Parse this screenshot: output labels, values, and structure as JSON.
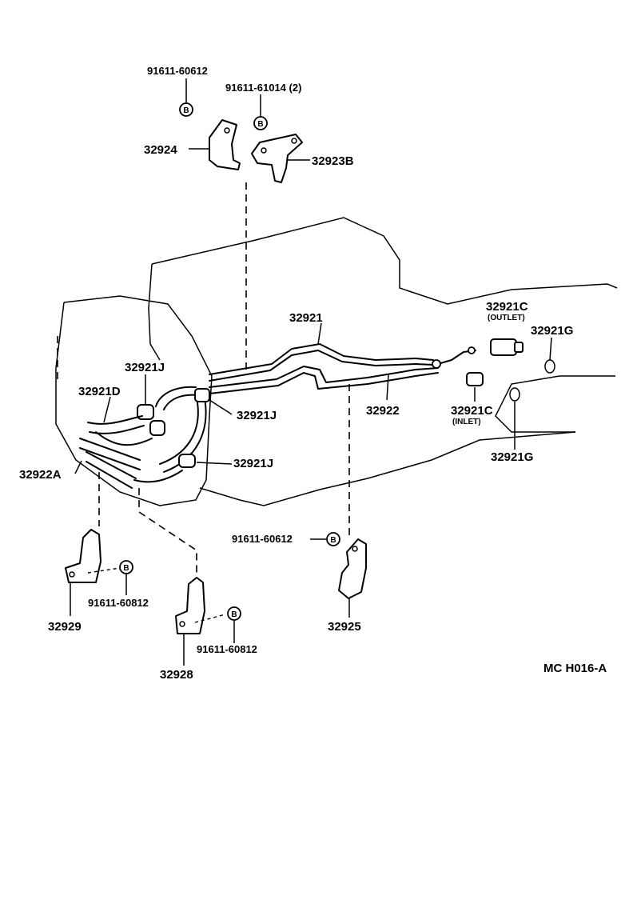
{
  "diagram": {
    "code": "MC H016-A",
    "bolt_symbol": "B",
    "parts": {
      "p_32921": "32921",
      "p_32922": "32922",
      "p_32922A": "32922A",
      "p_32921D": "32921D",
      "p_32921J_a": "32921J",
      "p_32921J_b": "32921J",
      "p_32921J_c": "32921J",
      "p_32921C_outlet": "32921C",
      "outlet_note": "(OUTLET)",
      "p_32921C_inlet": "32921C",
      "inlet_note": "(INLET)",
      "p_32921G_a": "32921G",
      "p_32921G_b": "32921G",
      "p_32924": "32924",
      "p_32923B": "32923B",
      "p_32925": "32925",
      "p_32928": "32928",
      "p_32929": "32929"
    },
    "bolts": {
      "b_top_left": "91611-60612",
      "b_top_right": "91611-61014 (2)",
      "b_32925": "91611-60612",
      "b_32929": "91611-60812",
      "b_32928": "91611-60812"
    }
  }
}
